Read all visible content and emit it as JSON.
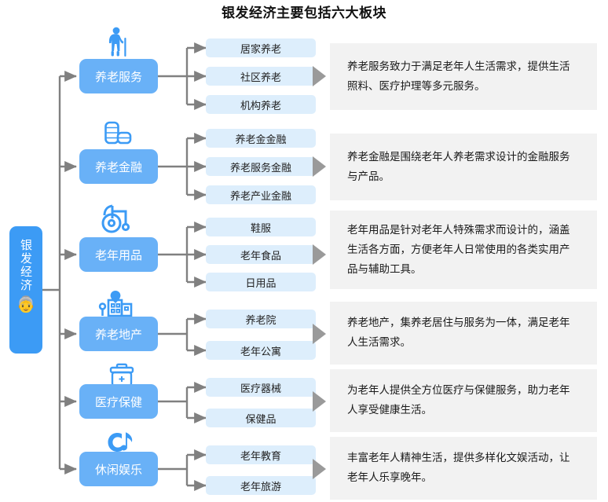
{
  "title": "银发经济主要包括六大板块",
  "root": {
    "label": "银发经济",
    "icon": "elderly-person-icon",
    "emoji": "👵",
    "color": "#3c9bf5"
  },
  "theme": {
    "root_blue": "#3c9bf5",
    "category_blue": "#69b1f7",
    "sub_blue": "#ddeefc",
    "desc_grey": "#f2f2f2",
    "line_grey": "#808080",
    "arrow_grey": "#9a9a9a"
  },
  "branches": [
    {
      "label": "养老服务",
      "icon": "elderly-with-cane-icon",
      "items": [
        "居家养老",
        "社区养老",
        "机构养老"
      ],
      "description": "养老服务致力于满足老年人生活需求，提供生活照料、医疗护理等多元服务。"
    },
    {
      "label": "养老金融",
      "icon": "coins-stack-icon",
      "items": [
        "养老金金融",
        "养老服务金融",
        "养老产业金融"
      ],
      "description": "养老金融是围绕老年人养老需求设计的金融服务与产品。"
    },
    {
      "label": "老年用品",
      "icon": "wheelchair-icon",
      "items": [
        "鞋服",
        "老年食品",
        "日用品"
      ],
      "description": "老年用品是针对老年人特殊需求而设计的，涵盖生活各方面，方便老年人日常使用的各类实用产品与辅助工具。"
    },
    {
      "label": "养老地产",
      "icon": "buildings-location-icon",
      "items": [
        "养老院",
        "老年公寓"
      ],
      "description": "养老地产，集养老居住与服务为一体，满足老年人生活需求。"
    },
    {
      "label": "医疗保健",
      "icon": "medical-kit-icon",
      "items": [
        "医疗器械",
        "保健品"
      ],
      "description": "为老年人提供全方位医疗与保健服务，助力老年人享受健康生活。"
    },
    {
      "label": "休闲娱乐",
      "icon": "music-note-icon",
      "items": [
        "老年教育",
        "老年旅游"
      ],
      "description": "丰富老年人精神生活，提供多样化文娱活动，让老年人乐享晚年。"
    }
  ]
}
